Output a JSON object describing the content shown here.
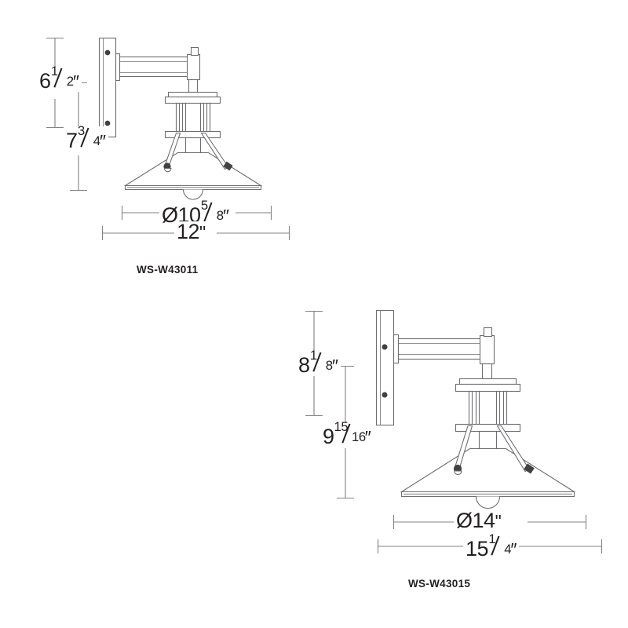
{
  "sheet": {
    "background_color": "#ffffff",
    "line_color": "#58595b",
    "text_color": "#231f20",
    "dimension_line_color": "#808285"
  },
  "drawings": [
    {
      "id": "drawing-ws-w43011",
      "model_number": "WS-W43011",
      "product_type": "outdoor wall sconce",
      "dimensions": {
        "backplate_to_shade_top": {
          "label_whole": "6",
          "label_fraction_num": "1",
          "label_fraction_den": "2",
          "label_unit": "″",
          "label_text": "6½″"
        },
        "overall_height": {
          "label_whole": "7",
          "label_fraction_num": "3",
          "label_fraction_den": "4",
          "label_unit": "″",
          "label_text": "7¾″"
        },
        "shade_diameter": {
          "prefix": "Ø",
          "label_whole": "10",
          "label_fraction_num": "5",
          "label_fraction_den": "8",
          "label_unit": "″",
          "label_text": "Ø10⅝″"
        },
        "overall_extension": {
          "label_whole": "12",
          "label_unit": "\"",
          "label_text": "12\""
        }
      }
    },
    {
      "id": "drawing-ws-w43015",
      "model_number": "WS-W43015",
      "product_type": "outdoor wall sconce",
      "dimensions": {
        "backplate_to_shade_top": {
          "label_whole": "8",
          "label_fraction_num": "1",
          "label_fraction_den": "8",
          "label_unit": "″",
          "label_text": "8⅛″"
        },
        "overall_height": {
          "label_whole": "9",
          "label_fraction_num": "15",
          "label_fraction_den": "16",
          "label_unit": "″",
          "label_text": "9¹⁵⁄₁₆″"
        },
        "shade_diameter": {
          "prefix": "Ø",
          "label_whole": "14",
          "label_unit": "\"",
          "label_text": "Ø14\""
        },
        "overall_extension": {
          "label_whole": "15",
          "label_fraction_num": "1",
          "label_fraction_den": "4",
          "label_unit": "″",
          "label_text": "15¼″"
        }
      }
    }
  ]
}
